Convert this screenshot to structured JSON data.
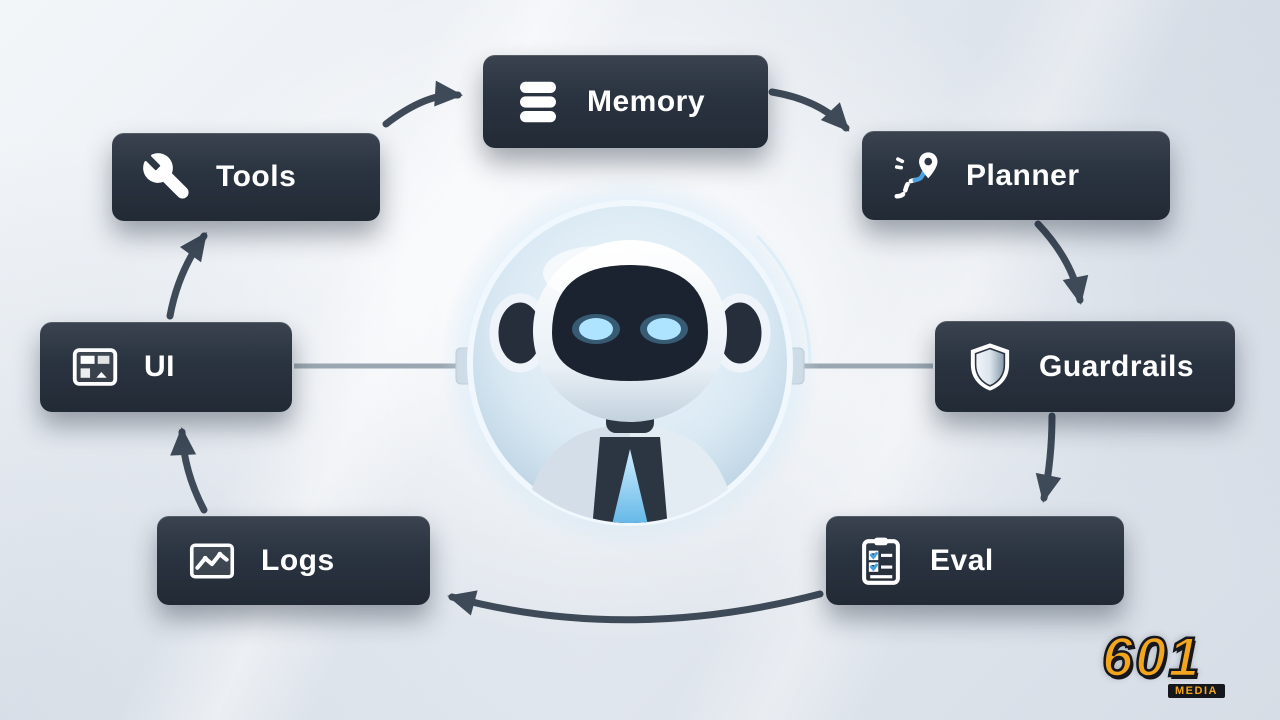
{
  "diagram": {
    "center": {
      "name": "ai-agent-robot",
      "description": "robot assistant in glowing circle"
    },
    "nodes": [
      {
        "id": "memory",
        "label": "Memory",
        "icon": "database-icon"
      },
      {
        "id": "planner",
        "label": "Planner",
        "icon": "route-pin-icon"
      },
      {
        "id": "guardrails",
        "label": "Guardrails",
        "icon": "shield-icon"
      },
      {
        "id": "eval",
        "label": "Eval",
        "icon": "clipboard-checklist-icon"
      },
      {
        "id": "logs",
        "label": "Logs",
        "icon": "line-chart-icon"
      },
      {
        "id": "ui",
        "label": "UI",
        "icon": "window-layout-icon"
      },
      {
        "id": "tools",
        "label": "Tools",
        "icon": "wrench-icon"
      }
    ],
    "flow": [
      "tools->memory",
      "memory->planner",
      "planner->guardrails",
      "guardrails->eval",
      "eval->logs",
      "logs->ui",
      "ui->tools",
      "ui--agent",
      "agent--guardrails"
    ],
    "colors": {
      "node_bg_top": "#3a434f",
      "node_bg_bottom": "#222a35",
      "node_text": "#ffffff",
      "arrow": "#3e4a58",
      "halo": "#cfe7f7",
      "eye_glow": "#aee4ff",
      "accent_blue": "#4aa3e0",
      "background_top": "#f3f6f9",
      "background_bottom": "#d6dde6"
    }
  },
  "watermark": {
    "number": "601",
    "label": "MEDIA",
    "color": "#f2a51d"
  }
}
